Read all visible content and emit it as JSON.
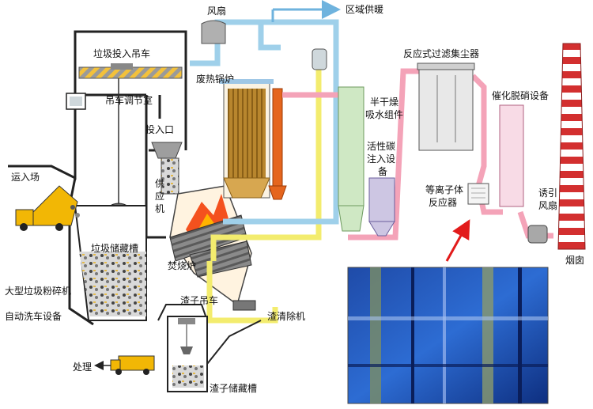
{
  "labels": {
    "fan": "风扇",
    "district_heating": "区域供暖",
    "crane": "垃圾投入吊车",
    "crane_room": "吊车调节室",
    "boiler": "废热锅炉",
    "feed_inlet": "投入口",
    "feeder_1": "供",
    "feeder_2": "应",
    "feeder_3": "机",
    "incoming": "运入场",
    "storage_pit": "垃圾储藏槽",
    "incinerator": "焚烧炉",
    "shredder": "大型垃圾粉碎机",
    "truck_wash": "自动洗车设备",
    "ash_crane": "渣子吊车",
    "ash_cleaner": "渣清除机",
    "disposal": "处理",
    "ash_pit": "渣子储藏槽",
    "semi_dry_1": "半干燥",
    "semi_dry_2": "吸水组件",
    "carbon_1": "活性碳",
    "carbon_2": "注入设",
    "carbon_3": "备",
    "bag_filter": "反应式过滤集尘器",
    "denox": "催化脱硝设备",
    "plasma_1": "等离子体",
    "plasma_2": "反应器",
    "id_fan_1": "诱引",
    "id_fan_2": "风扇",
    "chimney": "烟囱"
  },
  "colors": {
    "flue_pink": "#f4a3b8",
    "water_blue": "#9fd0ea",
    "steam_yellow": "#f3ec6e",
    "boiler_brown": "#b8862e",
    "economizer_orange": "#e5651e",
    "flame": "#f4511e",
    "absorber_green": "#cfe8c4",
    "carbon_purple": "#cdc6e3",
    "denox_pink": "#f8dbe6",
    "chimney_red": "#d32f2f",
    "arrow_red": "#e21b1b"
  }
}
